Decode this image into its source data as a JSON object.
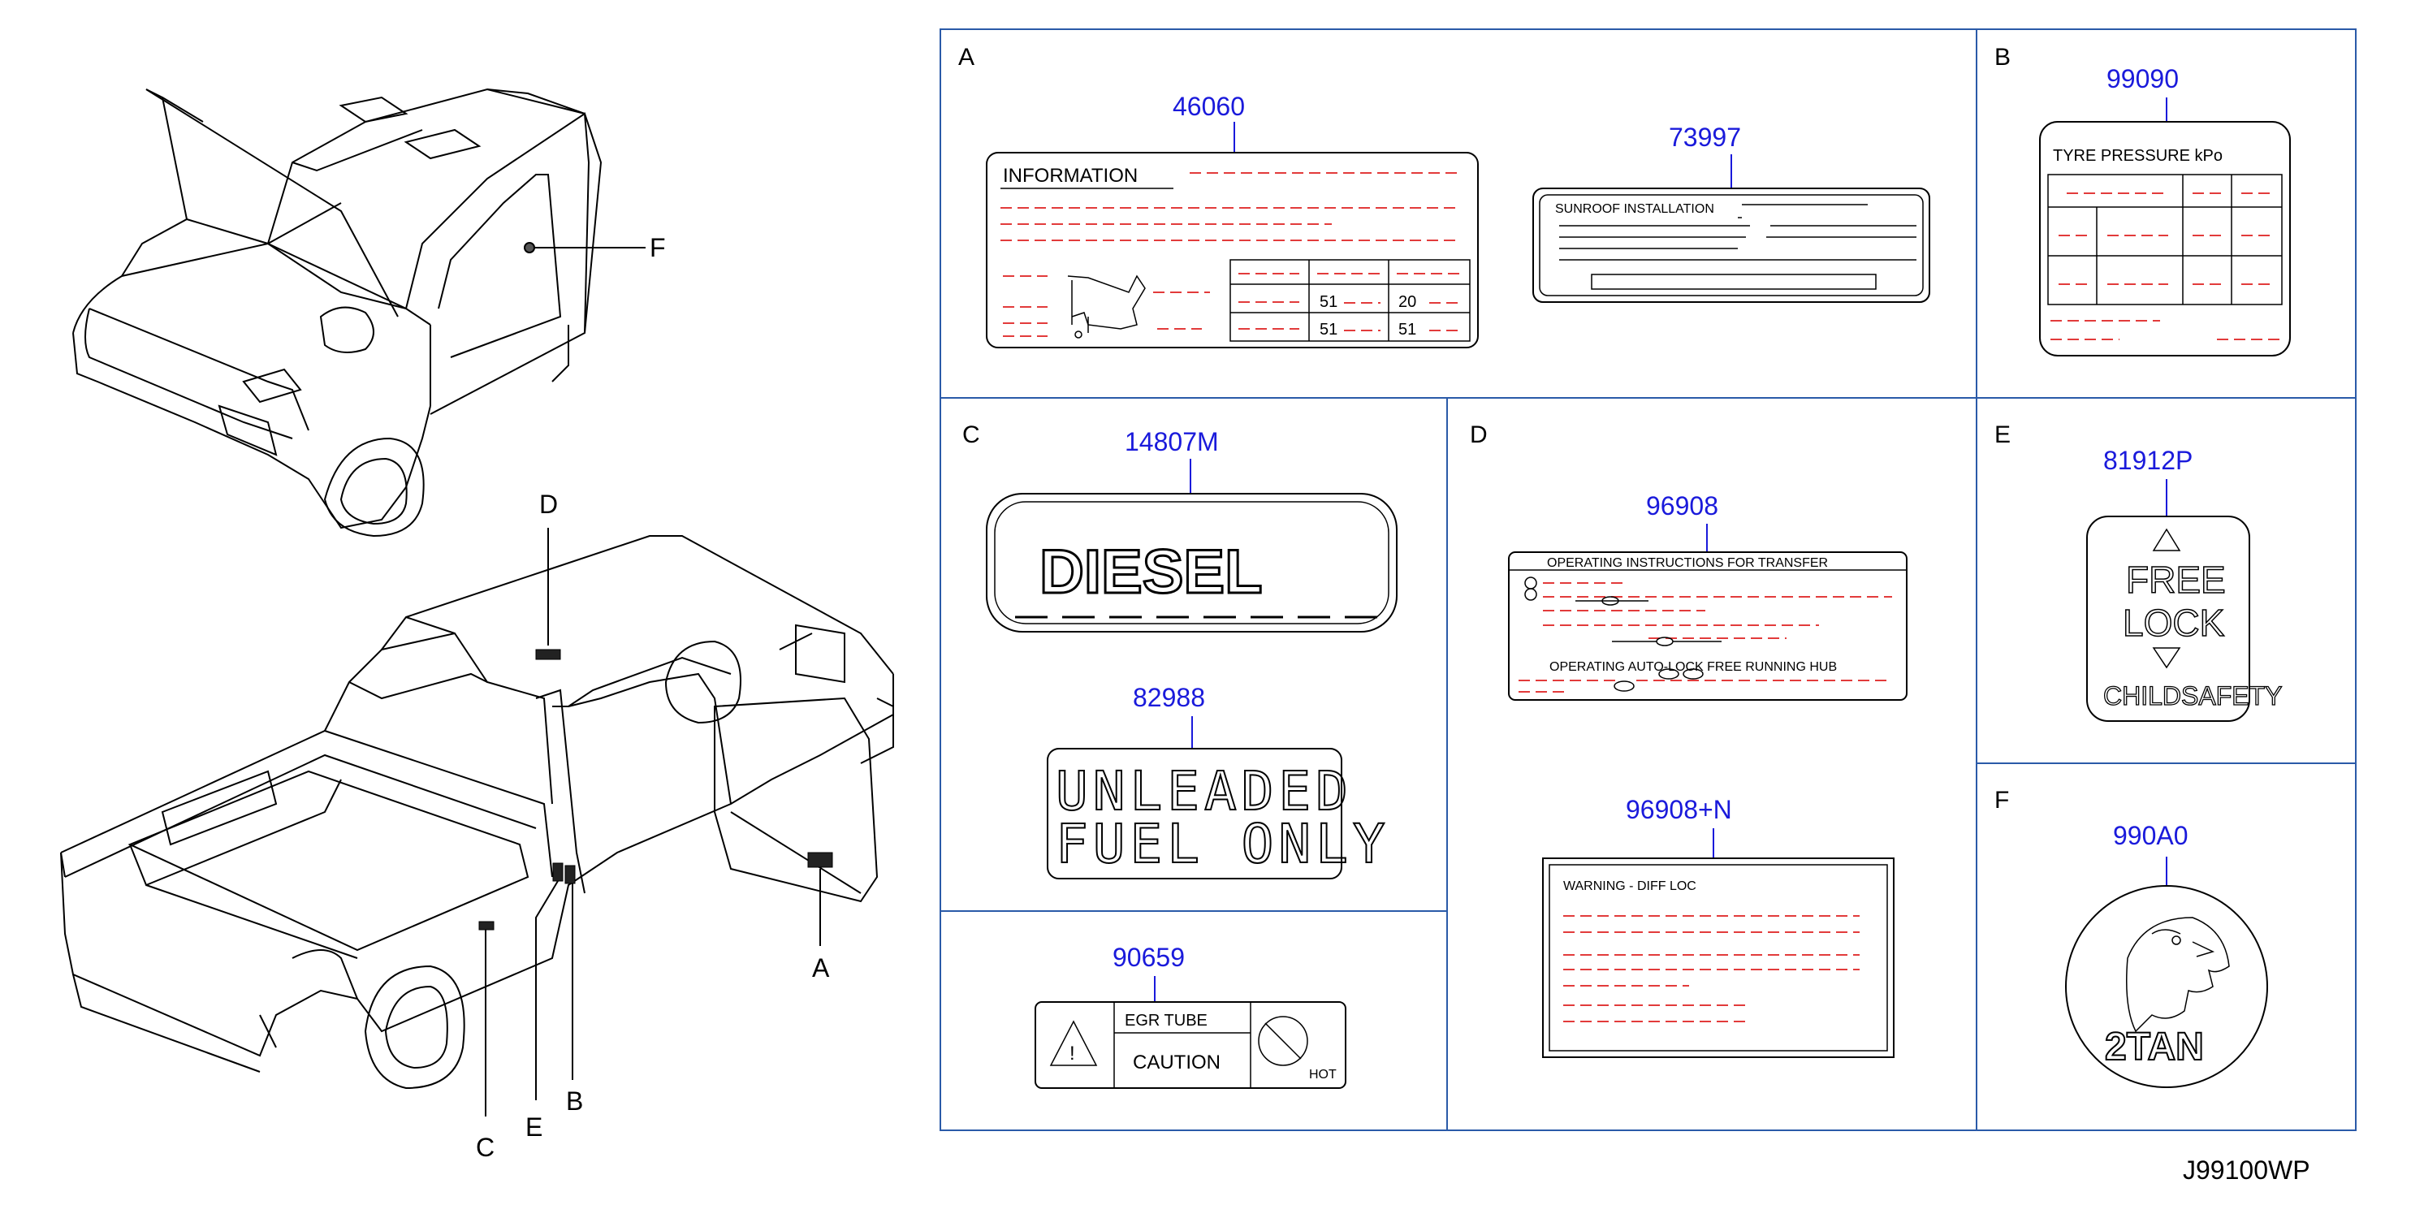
{
  "figure_code": "J99100WP",
  "callouts": {
    "a": "A",
    "b": "B",
    "c": "C",
    "d": "D",
    "e": "E",
    "f": "F"
  },
  "panels": {
    "a": {
      "letter": "A",
      "parts": [
        "46060",
        "73997"
      ]
    },
    "b": {
      "letter": "B",
      "parts": [
        "99090"
      ]
    },
    "c": {
      "letter": "C",
      "parts": [
        "14807M",
        "82988",
        "90659"
      ]
    },
    "d": {
      "letter": "D",
      "parts": [
        "96908",
        "96908+N"
      ]
    },
    "e": {
      "letter": "E",
      "parts": [
        "81912P"
      ]
    },
    "f": {
      "letter": "F",
      "parts": [
        "990A0"
      ]
    }
  },
  "labels": {
    "information": {
      "title": "INFORMATION",
      "values": [
        "51",
        "20",
        "51",
        "51"
      ]
    },
    "sunroof": {
      "title": "SUNROOF    INSTALLATION"
    },
    "tyre": {
      "title": "TYRE     PRESSURE     kPo"
    },
    "diesel": {
      "text": "DIESEL"
    },
    "unleaded": {
      "line1": "UNLEADED",
      "line2": "FUEL ONLY"
    },
    "egr": {
      "title": "EGR    TUBE",
      "caution": "CAUTION",
      "hot": "HOT"
    },
    "transfer": {
      "title": "OPERATING    INSTRUCTIONS    FOR    TRANSFER",
      "subtitle": "OPERATING    AUTO-LOCK    FREE    RUNNING    HUB"
    },
    "warning": {
      "title": "WARNING    -    DIFF    LOC"
    },
    "childsafety": {
      "free": "FREE",
      "lock": "LOCK",
      "bottom": "CHILDSAFETY"
    },
    "emblem": {
      "text": "2TAN"
    }
  }
}
